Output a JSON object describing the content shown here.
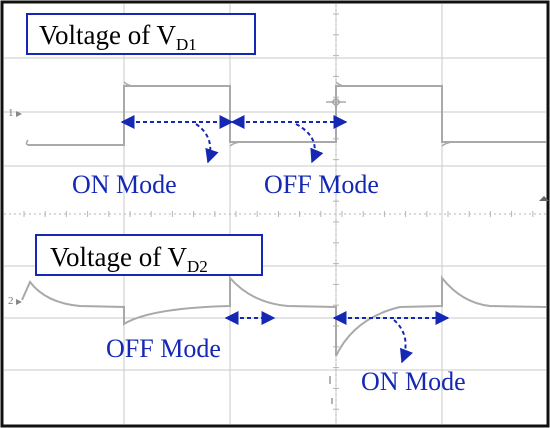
{
  "title_vd1": {
    "prefix": "Voltage of V",
    "sub": "D1"
  },
  "title_vd2": {
    "prefix": "Voltage of V",
    "sub": "D2"
  },
  "channel_markers": {
    "ch1": "1",
    "ch2": "2"
  },
  "annotations": {
    "vd1_on": "ON Mode",
    "vd1_off": "OFF Mode",
    "vd2_off": "OFF Mode",
    "vd2_on": "ON Mode"
  },
  "colors": {
    "frame": "#111111",
    "grid": "#c8c8c8",
    "grid_minor": "#b5b5b5",
    "trace": "#a9a9a9",
    "annotation": "#1428b4",
    "label_text": "#000000"
  }
}
